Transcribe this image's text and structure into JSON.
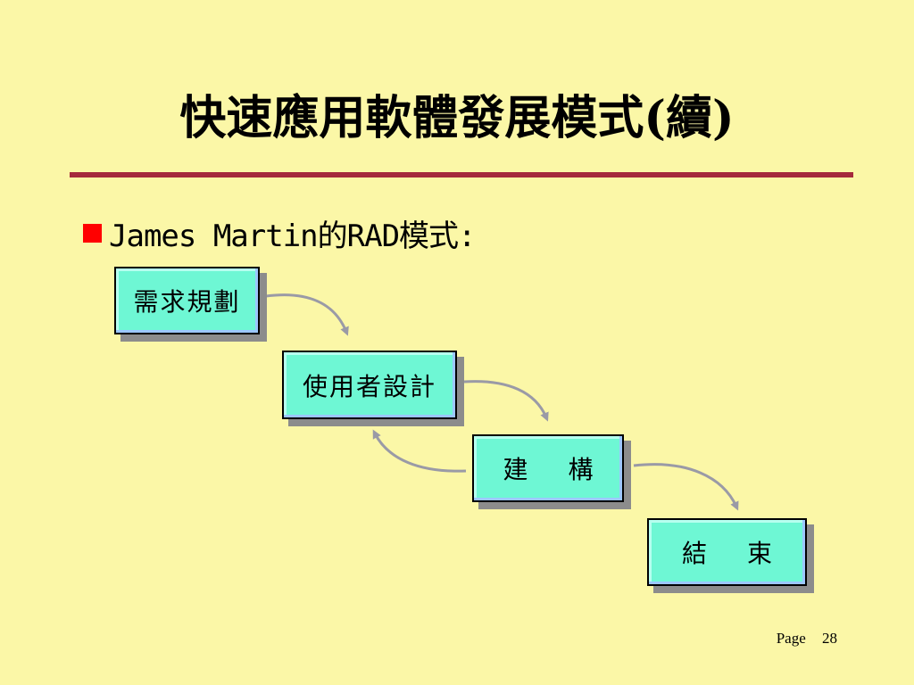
{
  "slide": {
    "title": "快速應用軟體發展模式(續)",
    "bullet": "James Martin的RAD模式:",
    "steps": [
      {
        "label": "需求規劃"
      },
      {
        "label": "使用者設計"
      },
      {
        "label": "建 構"
      },
      {
        "label": "結 束"
      }
    ],
    "footer": {
      "page_label": "Page",
      "page_number": "28"
    }
  },
  "colors": {
    "background": "#fbf7a7",
    "title_rule": "#a52a3c",
    "bullet": "#ff0000",
    "box_fill": "#6ef7d4",
    "box_shadow": "#8c8c8c",
    "arrow": "#9a9aa6"
  }
}
